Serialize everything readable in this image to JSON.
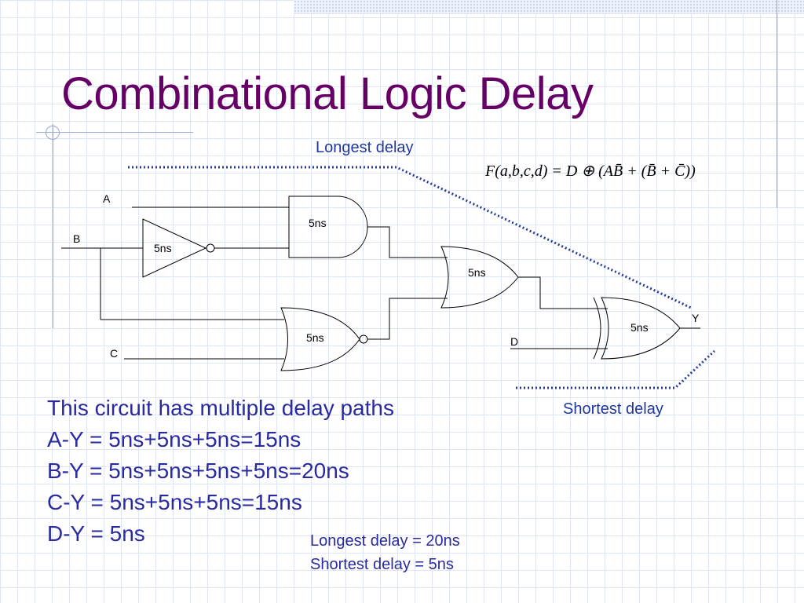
{
  "slide": {
    "title": "Combinational Logic Delay"
  },
  "annotations": {
    "longest": "Longest delay",
    "shortest": "Shortest delay"
  },
  "formula": {
    "text": "F(a,b,c,d) = D ⊕ (AB̄ + (B̄ + C̄))"
  },
  "circuit": {
    "inputs": {
      "a": "A",
      "b": "B",
      "c": "C",
      "d": "D"
    },
    "output": "Y",
    "gates": {
      "not": "5ns",
      "and": "5ns",
      "or": "5ns",
      "nor": "5ns",
      "xor": "5ns"
    }
  },
  "paths": {
    "heading": "This circuit has multiple delay paths",
    "lines": [
      "A-Y = 5ns+5ns+5ns=15ns",
      "B-Y = 5ns+5ns+5ns+5ns=20ns",
      "C-Y = 5ns+5ns+5ns=15ns",
      "D-Y = 5ns"
    ]
  },
  "summary": {
    "longest": "Longest delay = 20ns",
    "shortest": "Shortest delay = 5ns"
  },
  "colors": {
    "title": "#660066",
    "body_text": "#2a2aa0",
    "dotted_lines": "#2a3a9a"
  }
}
